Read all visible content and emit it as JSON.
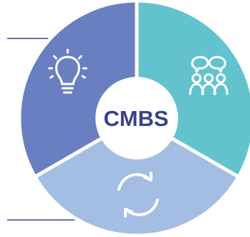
{
  "diagram": {
    "center_label": "CMBS",
    "colors": {
      "center_text": "#3b3f8c",
      "center_fill": "#ffffff",
      "divider": "#ffffff",
      "icon": "#ffffff",
      "leader_line": "#3b3f8c"
    },
    "segments": [
      {
        "name": "top-left",
        "color": "#6a7fc1",
        "icon": "lightbulb-icon"
      },
      {
        "name": "right",
        "color": "#62c3cf",
        "icon": "people-chat-icon"
      },
      {
        "name": "bottom",
        "color": "#a3bde3",
        "icon": "refresh-cycle-icon"
      }
    ]
  }
}
